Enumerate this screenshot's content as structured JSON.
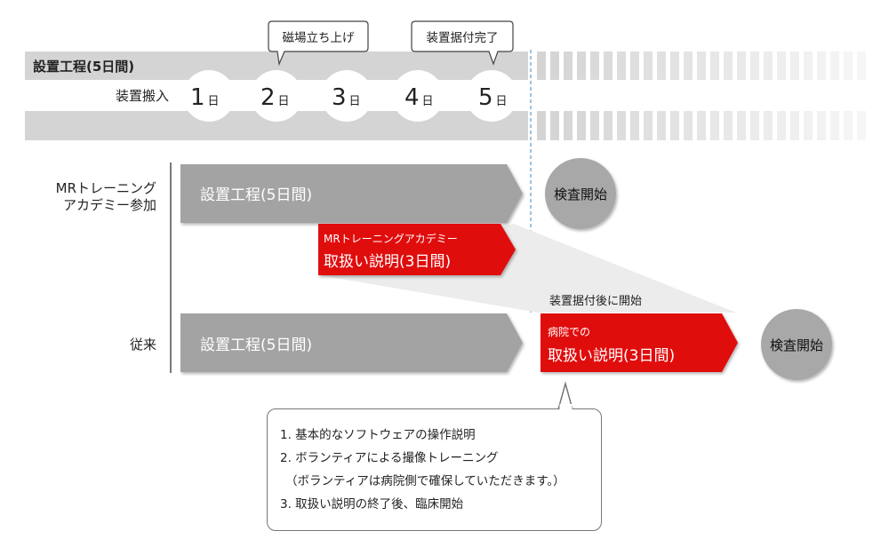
{
  "timeline": {
    "title": "設置工程(5日間)",
    "row_label": "装置搬入",
    "days": [
      {
        "num": "1",
        "unit": "日"
      },
      {
        "num": "2",
        "unit": "日"
      },
      {
        "num": "3",
        "unit": "日"
      },
      {
        "num": "4",
        "unit": "日"
      },
      {
        "num": "5",
        "unit": "日"
      }
    ],
    "callouts": [
      "磁場立ち上げ",
      "装置据付完了"
    ]
  },
  "mr_row": {
    "label_lines": [
      "MRトレーニング",
      "アカデミー参加"
    ],
    "install_label": "設置工程(5日間)",
    "training_sub": "MRトレーニングアカデミー",
    "training_main": "取扱い説明(3日間)",
    "start_label": "検査開始"
  },
  "conventional_row": {
    "label": "従来",
    "install_label": "設置工程(5日間)",
    "after_label": "装置据付後に開始",
    "training_sub": "病院での",
    "training_main": "取扱い説明(3日間)",
    "start_label": "検査開始"
  },
  "notes": [
    "1. 基本的なソフトウェアの操作説明",
    "2. ボランティアによる撮像トレーニング",
    "（ボランティアは病院側で確保していただきます。）",
    "3. 取扱い説明の終了後、臨床開始"
  ],
  "colors": {
    "gray_bar": "#a3a3a3",
    "red_bar": "#e00d0d",
    "band": "#d4d4d4",
    "circle": "#a8a8a8"
  }
}
